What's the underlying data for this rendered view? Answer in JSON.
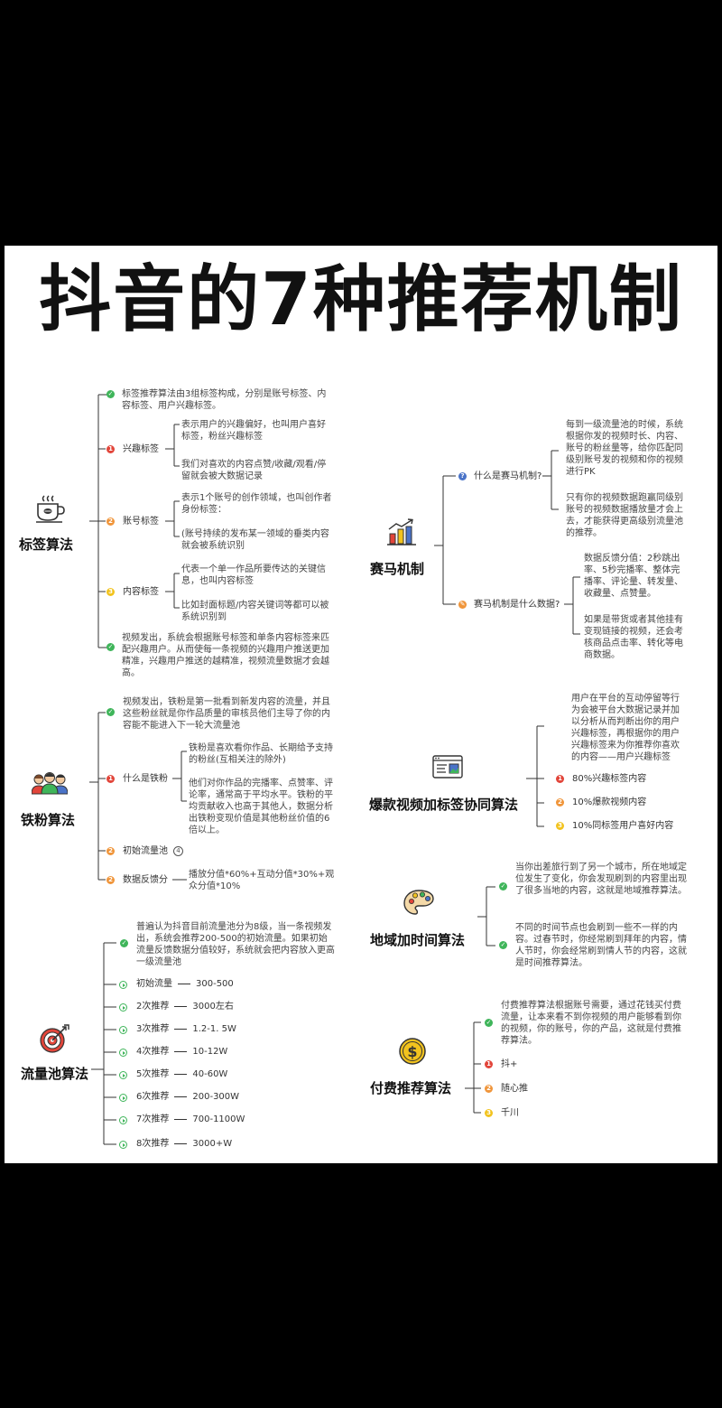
{
  "title": "抖音的7种推荐机制",
  "tag": {
    "title": "标签算法",
    "intro": "标签推荐算法由3组标签构成，分别是账号标签、内容标签、用户兴趣标签。",
    "interest": {
      "num": "1",
      "label": "兴趣标签",
      "d1": "表示用户的兴趣偏好，也叫用户喜好标签，粉丝兴趣标签",
      "d2": "我们对喜欢的内容点赞/收藏/观看/停留就会被大数据记录"
    },
    "account": {
      "num": "2",
      "label": "账号标签",
      "d1": "表示1个账号的创作领域，也叫创作者身份标签：",
      "d2": "(账号持续的发布某一领域的垂类内容就会被系统识别"
    },
    "content": {
      "num": "3",
      "label": "内容标签",
      "d1": "代表一个单一作品所要传达的关键信息，也叫内容标签",
      "d2": "比如封面标题/内容关键词等都可以被系统识别到"
    },
    "outro": "视频发出，系统会根据账号标签和单条内容标签来匹配兴趣用户。从而使每一条视频的兴趣用户推送更加精准，兴趣用户推送的越精准，视频流量数据才会越高。"
  },
  "fans": {
    "title": "铁粉算法",
    "intro": "视频发出，铁粉是第一批看到新发内容的流量，并且这些粉丝就是你作品质量的审核员他们主导了你的内容能不能进入下一轮大流量池",
    "what": {
      "num": "1",
      "label": "什么是铁粉",
      "d1": "铁粉是喜欢看你作品、长期给予支持的粉丝(互相关注的除外)",
      "d2": "他们对你作品的完播率、点赞率、评论率，通常高于平均水平。铁粉的平均贡献收入也高于其他人，数据分析出铁粉变现价值是其他粉丝价值的6倍以上。"
    },
    "pool": {
      "num": "2",
      "label": "初始流量池",
      "badge": "4"
    },
    "feedback": {
      "num": "2",
      "label": "数据反馈分",
      "d1": "播放分值*60%+互动分值*30%+观众分值*10%"
    }
  },
  "pool": {
    "title": "流量池算法",
    "intro": "普遍认为抖音目前流量池分为8级，当一条视频发出，系统会推荐200-500的初始流量。如果初始流量反馈数据分值较好，系统就会把内容放入更高一级流量池",
    "levels": [
      {
        "name": "初始流量",
        "value": "300-500"
      },
      {
        "name": "2次推荐",
        "value": "3000左右"
      },
      {
        "name": "3次推荐",
        "value": "1.2-1. 5W"
      },
      {
        "name": "4次推荐",
        "value": "10-12W"
      },
      {
        "name": "5次推荐",
        "value": "40-60W"
      },
      {
        "name": "6次推荐",
        "value": "200-300W"
      },
      {
        "name": "7次推荐",
        "value": "700-1100W"
      },
      {
        "name": "8次推荐",
        "value": "3000+W"
      }
    ]
  },
  "race": {
    "title": "赛马机制",
    "q1": {
      "label": "什么是赛马机制?",
      "d1": "每到一级流量池的时候，系统根据你发的视频时长、内容、账号的粉丝量等，给你匹配同级别账号发的视频和你的视频进行PK",
      "d2": "只有你的视频数据跑赢同级别账号的视频数据播放量才会上去，才能获得更高级别流量池的推荐。"
    },
    "q2": {
      "label": "赛马机制是什么数据?",
      "d1": "数据反馈分值：2秒跳出率、5秒完播率、整体完播率、评论量、转发量、收藏量、点赞量。",
      "d2": "如果是带货或者其他挂有变现链接的视频，还会考核商品点击率、转化等电商数据。"
    }
  },
  "viral": {
    "title": "爆款视频加标签协同算法",
    "intro": "用户在平台的互动停留等行为会被平台大数据记录并加以分析从而判断出你的用户兴趣标签，再根据你的用户兴趣标签来为你推荐你喜欢的内容——用户兴趣标签",
    "items": [
      {
        "num": "1",
        "label": "80%兴趣标签内容"
      },
      {
        "num": "2",
        "label": "10%爆款视频内容"
      },
      {
        "num": "3",
        "label": "10%同标签用户喜好内容"
      }
    ]
  },
  "geo": {
    "title": "地域加时间算法",
    "d1": "当你出差旅行到了另一个城市，所在地域定位发生了变化，你会发现刷到的内容里出现了很多当地的内容，这就是地域推荐算法。",
    "d2": "不同的时间节点也会刷到一些不一样的内容。过春节时，你经常刷到拜年的内容，情人节时，你会经常刷到情人节的内容，这就是时间推荐算法。"
  },
  "paid": {
    "title": "付费推荐算法",
    "intro": "付费推荐算法根据账号需要，通过花钱买付费流量，让本来看不到你视频的用户能够看到你的视频，你的账号，你的产品，这就是付费推荐算法。",
    "items": [
      {
        "num": "1",
        "label": "抖+"
      },
      {
        "num": "2",
        "label": "随心推"
      },
      {
        "num": "3",
        "label": "千川"
      }
    ]
  },
  "colors": {
    "green": "#3fb55a",
    "red": "#e2453a",
    "orange": "#f0953a",
    "yellow": "#f2c31e"
  }
}
